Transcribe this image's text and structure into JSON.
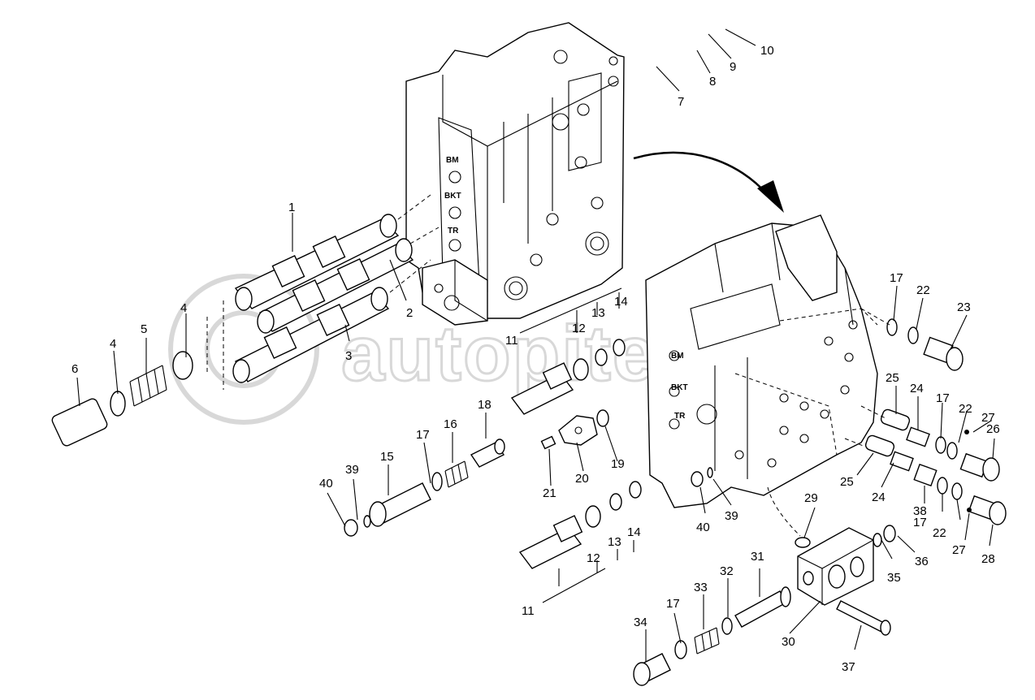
{
  "watermark": {
    "text": "autopiter.ru"
  },
  "housing_labels": {
    "upper": [
      "BM",
      "BKT",
      "TR"
    ],
    "lower": [
      "BM",
      "BKT",
      "TR"
    ]
  },
  "part_labels": [
    "1",
    "2",
    "3",
    "4",
    "4",
    "5",
    "6",
    "7",
    "8",
    "9",
    "10",
    "11",
    "11",
    "12",
    "12",
    "13",
    "13",
    "14",
    "14",
    "15",
    "16",
    "17",
    "17",
    "17",
    "17",
    "17",
    "18",
    "19",
    "20",
    "21",
    "22",
    "22",
    "22",
    "23",
    "24",
    "24",
    "25",
    "25",
    "26",
    "27",
    "27",
    "28",
    "29",
    "30",
    "31",
    "32",
    "33",
    "34",
    "35",
    "36",
    "37",
    "38",
    "39",
    "39",
    "40",
    "40"
  ]
}
